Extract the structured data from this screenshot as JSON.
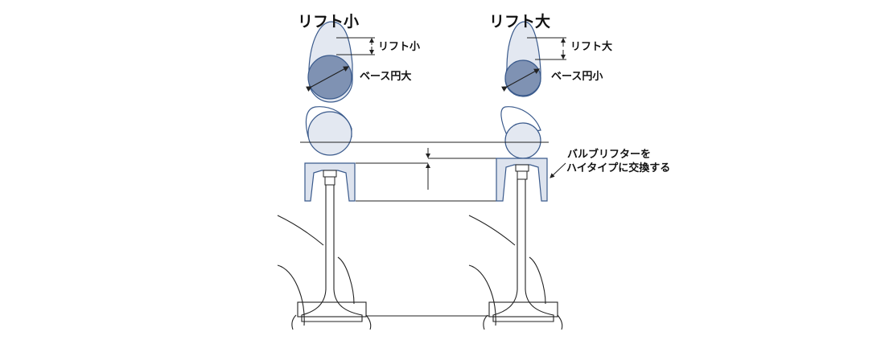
{
  "left": {
    "title": "リフト小",
    "lift_label": "リフト小",
    "base_label": "ベース円大"
  },
  "right": {
    "title": "リフト大",
    "lift_label": "リフト大",
    "base_label": "ベース円小"
  },
  "callout": {
    "line1": "バルブリフターを",
    "line2": "ハイタイプに交換する"
  },
  "colors": {
    "outline": "#3a5a8c",
    "light_fill": "#dde3ee",
    "dark_fill": "#7f92b3",
    "line": "#222222"
  }
}
